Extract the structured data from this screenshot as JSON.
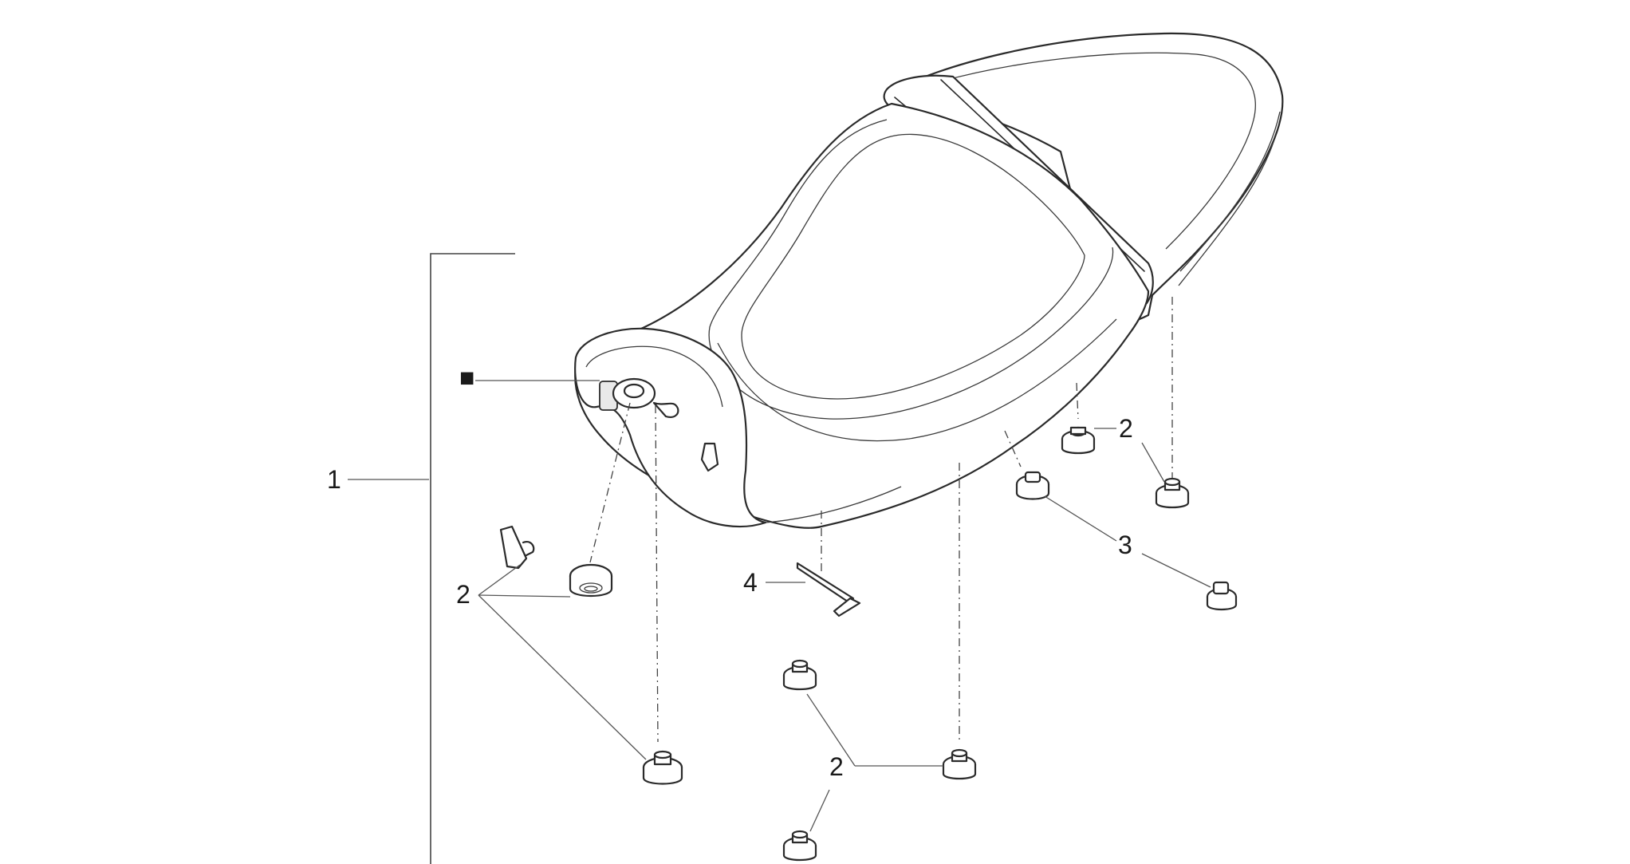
{
  "callouts": {
    "c1": "1",
    "c2a": "2",
    "c2b": "2",
    "c2c": "2",
    "c3": "3",
    "c4": "4"
  },
  "marker_symbol": "■",
  "colors": {
    "line": "#2b2b2b",
    "background": "#ffffff"
  }
}
